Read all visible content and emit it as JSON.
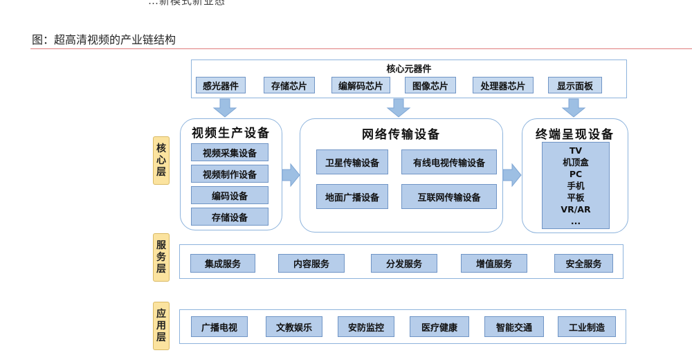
{
  "top_fragment": "…新模式新业态",
  "figure_title": "图：超高清视频的产业链结构",
  "core_components": {
    "title": "核心元器件",
    "items": [
      "感光器件",
      "存储芯片",
      "编解码芯片",
      "图像芯片",
      "处理器芯片",
      "显示面板"
    ]
  },
  "layers": {
    "core": [
      "核",
      "心",
      "层"
    ],
    "service": [
      "服",
      "务",
      "层"
    ],
    "application": [
      "应",
      "用",
      "层"
    ]
  },
  "production": {
    "title": "视频生产设备",
    "items": [
      "视频采集设备",
      "视频制作设备",
      "编码设备",
      "存储设备"
    ]
  },
  "network": {
    "title": "网络传输设备",
    "items": [
      "卫星传输设备",
      "有线电视传输设备",
      "地面广播设备",
      "互联网传输设备"
    ]
  },
  "terminal": {
    "title": "终端呈现设备",
    "items": [
      "TV",
      "机顶盒",
      "PC",
      "手机",
      "平板",
      "VR/AR",
      "..."
    ]
  },
  "services": [
    "集成服务",
    "内容服务",
    "分发服务",
    "增值服务",
    "安全服务"
  ],
  "applications": [
    "广播电视",
    "文教娱乐",
    "安防监控",
    "医疗健康",
    "智能交通",
    "工业制造"
  ],
  "colors": {
    "chip_fill": "#c6d9ef",
    "border": "#8db3dc",
    "arrow": "#9dbfe3",
    "layer_tag": "#fbe39f",
    "title_rule": "#e07b7b"
  }
}
